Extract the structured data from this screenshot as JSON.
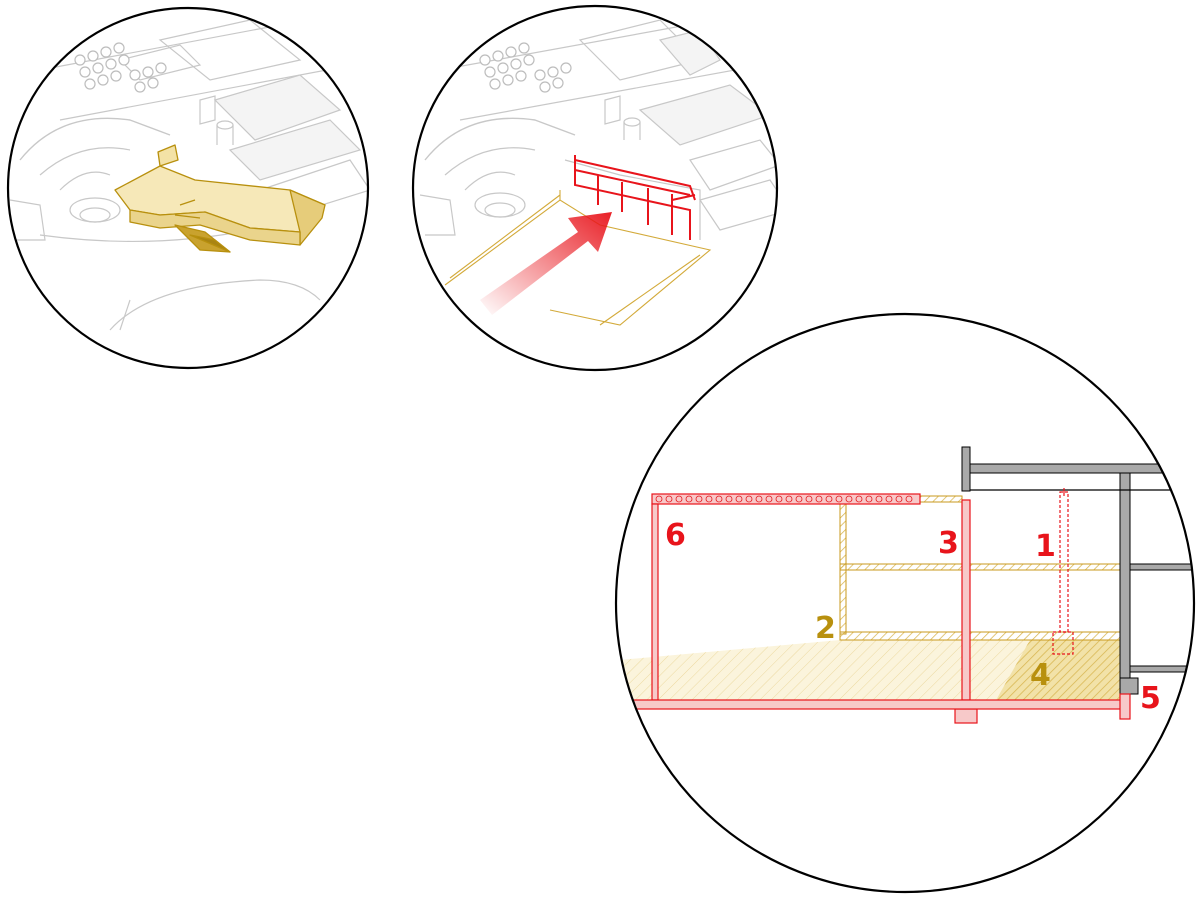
{
  "colors": {
    "red_accent": "#e8141b",
    "red_fill": "#f7c9c9",
    "gold_line": "#c99a1e",
    "gold_fill": "#f5e7b0",
    "gray_line": "#c8c8c8",
    "structure_gray": "#a9a9a9",
    "outline": "#000000"
  },
  "callouts": [
    {
      "id": "1",
      "color": "red"
    },
    {
      "id": "2",
      "color": "gold"
    },
    {
      "id": "3",
      "color": "red"
    },
    {
      "id": "4",
      "color": "gold"
    },
    {
      "id": "5",
      "color": "red"
    },
    {
      "id": "6",
      "color": "red"
    }
  ]
}
